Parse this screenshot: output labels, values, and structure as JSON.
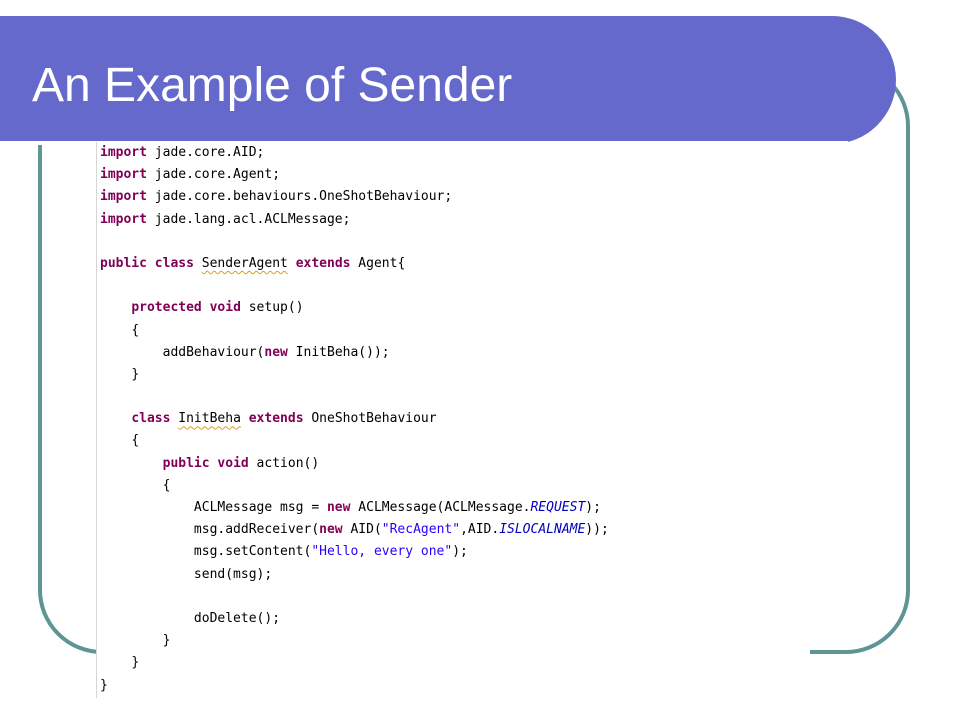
{
  "slide": {
    "title": "An Example of Sender"
  },
  "colors": {
    "banner": "#6569cc",
    "frame": "#5f9494",
    "keyword": "#7f0055",
    "string": "#2a00ff",
    "constant": "#0000c0"
  },
  "code": {
    "imports": [
      {
        "keyword": "import",
        "text": " jade.core.AID;"
      },
      {
        "keyword": "import",
        "text": " jade.core.Agent;"
      },
      {
        "keyword": "import",
        "text": " jade.core.behaviours.OneShotBehaviour;"
      },
      {
        "keyword": "import",
        "text": " jade.lang.acl.ACLMessage;"
      }
    ],
    "class_decl": {
      "kw_public": "public",
      "kw_class": "class",
      "name": "SenderAgent",
      "kw_extends": "extends",
      "rest": " Agent{"
    },
    "setup_decl": {
      "kw_protected": "protected",
      "kw_void": "void",
      "rest": " setup()"
    },
    "open_brace": "{",
    "close_brace": "}",
    "add_behaviour": {
      "pre": "addBehaviour(",
      "kw_new": "new",
      "post": " InitBeha());"
    },
    "inner_class": {
      "kw_class": "class",
      "name": "InitBeha",
      "kw_extends": "extends",
      "rest": " OneShotBehaviour"
    },
    "action_decl": {
      "kw_public": "public",
      "kw_void": "void",
      "rest": " action()"
    },
    "msg_line": {
      "pre": "ACLMessage msg = ",
      "kw_new": "new",
      "mid": " ACLMessage(ACLMessage.",
      "const": "REQUEST",
      "post": ");"
    },
    "receiver_line": {
      "pre": "msg.addReceiver(",
      "kw_new": "new",
      "mid": " AID(",
      "str": "\"RecAgent\"",
      "mid2": ",AID.",
      "const": "ISLOCALNAME",
      "post": "));"
    },
    "content_line": {
      "pre": "msg.setContent(",
      "str": "\"Hello, every one\"",
      "post": ");"
    },
    "send_line": "send(msg);",
    "delete_line": "doDelete();"
  }
}
